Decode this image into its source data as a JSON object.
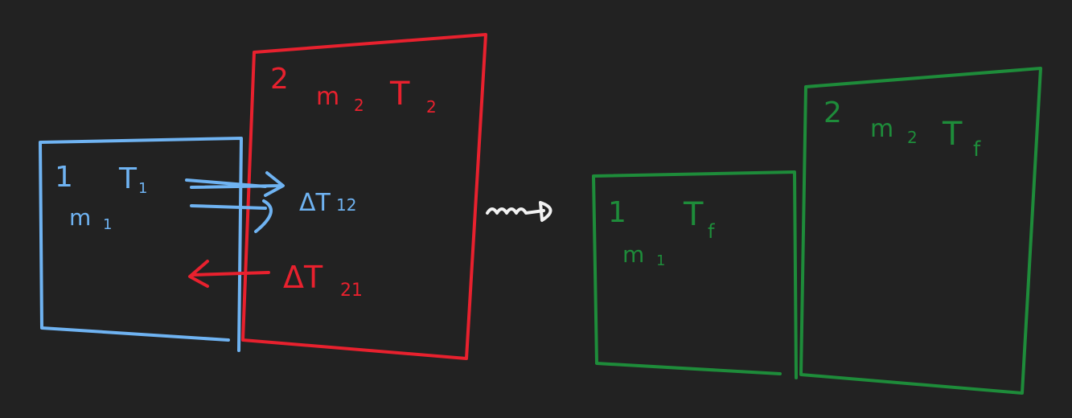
{
  "colors": {
    "background": "#222222",
    "blue": "#6FB3F2",
    "red": "#E8212E",
    "green": "#1E8C3A",
    "white": "#F2F2F2"
  },
  "left_system": {
    "body1": {
      "number": "1",
      "mass": "m",
      "mass_sub": "1",
      "temp": "T",
      "temp_sub": "1"
    },
    "body2": {
      "number": "2",
      "mass": "m",
      "mass_sub": "2",
      "temp": "T",
      "temp_sub": "2"
    },
    "flow_12": {
      "symbol": "ΔT",
      "sub": "12"
    },
    "flow_21": {
      "symbol": "ΔT",
      "sub": "21"
    }
  },
  "arrow_label": "⟿",
  "right_system": {
    "body1": {
      "number": "1",
      "mass": "m",
      "mass_sub": "1",
      "temp": "T",
      "temp_sub": "f"
    },
    "body2": {
      "number": "2",
      "mass": "m",
      "mass_sub": "2",
      "temp": "T",
      "temp_sub": "f"
    }
  }
}
